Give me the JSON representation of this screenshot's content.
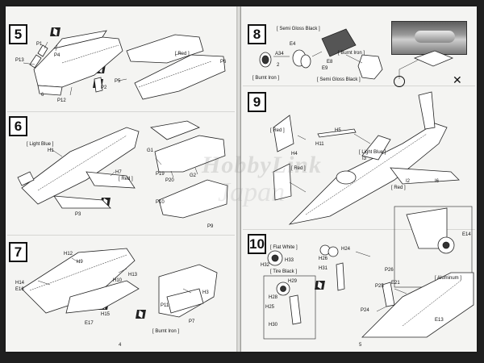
{
  "steps": {
    "s5": "5",
    "s6": "6",
    "s7": "7",
    "s8": "8",
    "s9": "9",
    "s10": "10"
  },
  "step5": {
    "parts": [
      "P13",
      "P1",
      "P4",
      "6",
      "P12",
      "P2",
      "P5",
      "P6"
    ],
    "color_notes": [
      "[ Red ]"
    ]
  },
  "step6": {
    "parts": [
      "H1",
      "H7",
      "G1",
      "P19",
      "P20",
      "G2",
      "P10",
      "P3",
      "P9"
    ],
    "color_notes": [
      "[ Light Blue ]",
      "[ Red ]"
    ]
  },
  "step7": {
    "parts": [
      "H12",
      "H9",
      "H14",
      "E16",
      "H10",
      "H13",
      "H15",
      "E17",
      "H3",
      "P11",
      "P7"
    ],
    "color_notes": [
      "[ Burnt Iron ]"
    ]
  },
  "step8": {
    "parts": [
      "A34",
      "E4",
      "2",
      "E8",
      "E9"
    ],
    "color_notes": [
      "[ Semi Gloss Black ]",
      "[ Burnt Iron ]",
      "[ Burnt Iron ]",
      "[ Semi Gloss Black ]"
    ],
    "correct_symbol": "○",
    "wrong_symbol": "✕"
  },
  "step9": {
    "parts": [
      "H5",
      "H4",
      "H11",
      "I3",
      "I2",
      "I6"
    ],
    "color_notes": [
      "[ Red ]",
      "[ Light Blue ]",
      "[ Red ]",
      "[ Red ]"
    ]
  },
  "step10": {
    "parts": [
      "H32",
      "H33",
      "H29",
      "H28",
      "H25",
      "H30",
      "H24",
      "H26",
      "H31",
      "P26",
      "E21",
      "P25",
      "P24",
      "E13",
      "E14"
    ],
    "color_notes": [
      "[ Flat White ]",
      "[ Tire Black ]",
      "[ Aluminum ]"
    ]
  },
  "watermark": {
    "line1": "HobbyLink",
    "line2": "Japan"
  },
  "page_numbers": {
    "left": "4",
    "right": "5"
  }
}
